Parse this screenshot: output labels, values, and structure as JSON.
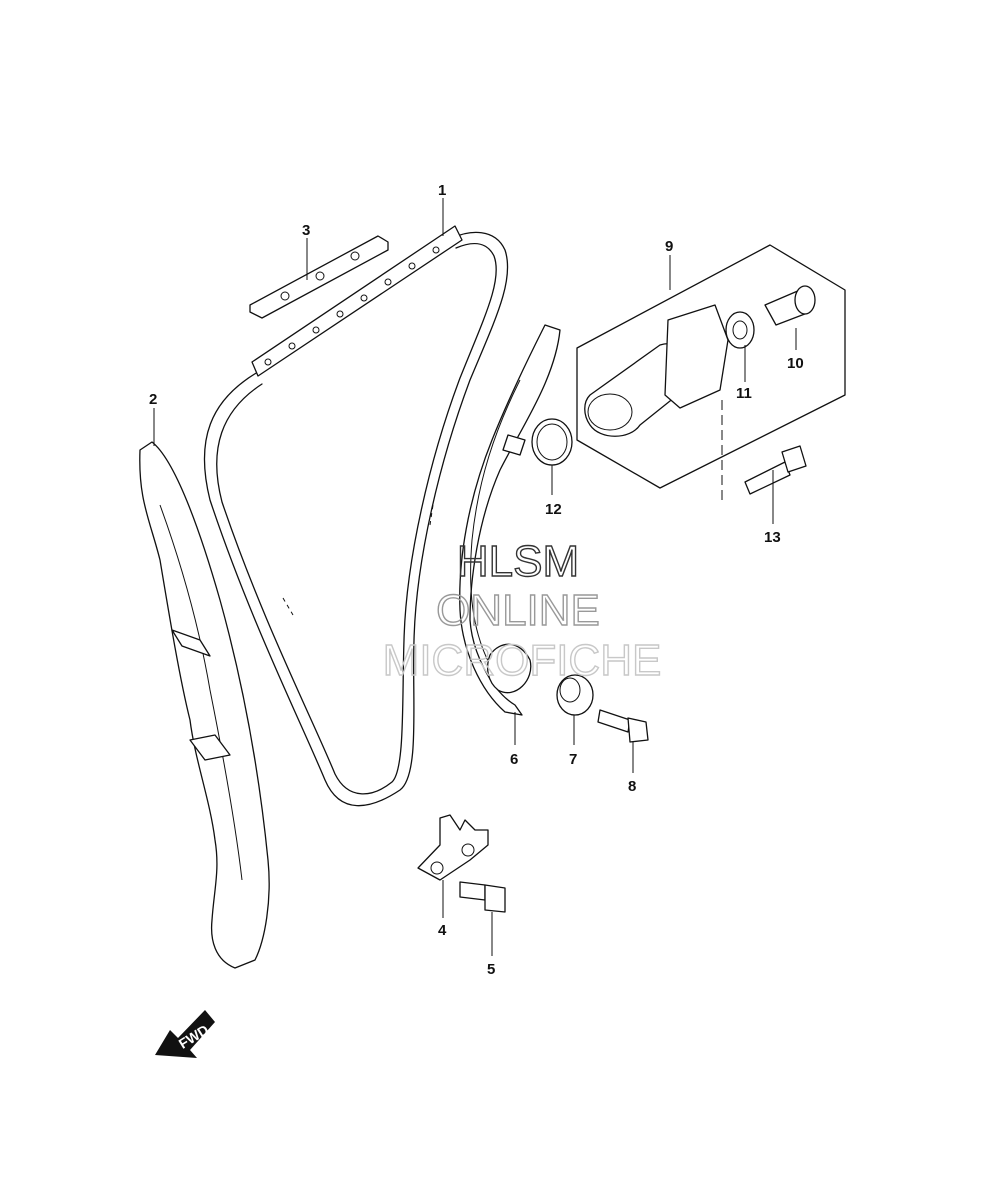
{
  "callouts": [
    {
      "id": "1",
      "label": "1"
    },
    {
      "id": "2",
      "label": "2"
    },
    {
      "id": "3",
      "label": "3"
    },
    {
      "id": "4",
      "label": "4"
    },
    {
      "id": "5",
      "label": "5"
    },
    {
      "id": "6",
      "label": "6"
    },
    {
      "id": "7",
      "label": "7"
    },
    {
      "id": "8",
      "label": "8"
    },
    {
      "id": "9",
      "label": "9"
    },
    {
      "id": "10",
      "label": "10"
    },
    {
      "id": "11",
      "label": "11"
    },
    {
      "id": "12",
      "label": "12"
    },
    {
      "id": "13",
      "label": "13"
    }
  ],
  "watermark": {
    "line1": "HLSM",
    "line2": "ONLINE",
    "line3": "MICROFICHE"
  },
  "fwd_label": "FWD",
  "colors": {
    "ink": "#111111",
    "watermark": "#c8c8c8",
    "background": "#ffffff"
  }
}
